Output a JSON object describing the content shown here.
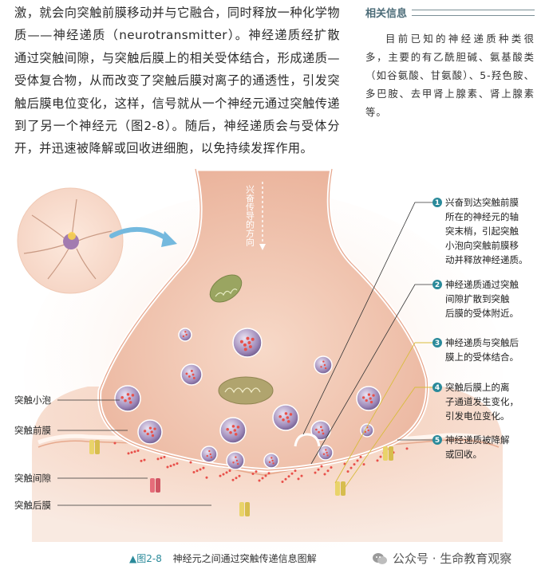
{
  "body_text": "激，就会向突触前膜移动并与它融合，同时释放一种化学物质——神经递质（neurotransmitter）。神经递质经扩散通过突触间隙，与突触后膜上的相关受体结合，形成递质—受体复合物，从而改变了突触后膜对离子的通透性，引发突触后膜电位变化，这样，信号就从一个神经元通过突触传递到了另一个神经元（图2-8）。随后，神经递质会与受体分开，并迅速被降解或回收进细胞，以免持续发挥作用。",
  "side_panel": {
    "title": "相关信息",
    "body": "目前已知的神经递质种类很多，主要的有乙酰胆碱、氨基酸类（如谷氨酸、甘氨酸）、5-羟色胺、多巴胺、去甲肾上腺素、肾上腺素等。"
  },
  "figure": {
    "arrow_label": "兴奋传导的方向",
    "labels": {
      "vesicle": "突触小泡",
      "presynaptic": "突触前膜",
      "cleft": "突触间隙",
      "postsynaptic": "突触后膜"
    },
    "annotations": [
      {
        "num": "1",
        "lines": [
          "兴奋到达突触前膜",
          "所在的神经元的轴",
          "突末梢，引起突触",
          "小泡向突触前膜移",
          "动并释放神经递质。"
        ]
      },
      {
        "num": "2",
        "lines": [
          "神经递质通过突触",
          "间隙扩散到突触",
          "后膜的受体附近。"
        ]
      },
      {
        "num": "3",
        "lines": [
          "神经递质与突触后",
          "膜上的受体结合。"
        ]
      },
      {
        "num": "4",
        "lines": [
          "突触后膜上的离",
          "子通道发生变化，",
          "引发电位变化。"
        ]
      },
      {
        "num": "5",
        "lines": [
          "神经递质被降解",
          "或回收。"
        ]
      }
    ],
    "caption_number": "▲图2-8",
    "caption_text": "神经元之间通过突触传递信息图解",
    "colors": {
      "accent": "#2a8a9a",
      "terminal": "#f2c6b0",
      "vesicle": "#9a86b4",
      "dot": "#e8504a"
    }
  },
  "watermark": "公众号 · 生命教育观察"
}
